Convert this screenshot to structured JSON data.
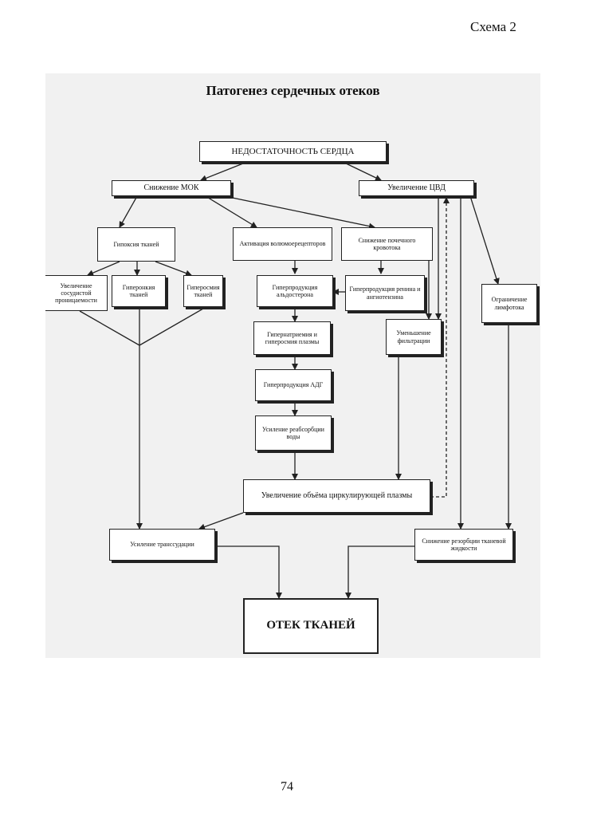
{
  "header": {
    "scheme_label": "Схема 2"
  },
  "footer": {
    "page_number": "74"
  },
  "diagram": {
    "title": "Патогенез сердечных отеков",
    "nodes": {
      "heart_failure": "НЕДОСТАТОЧНОСТЬ СЕРДЦА",
      "mok_decrease": "Снижение МОК",
      "cvp_increase": "Увеличение ЦВД",
      "tissue_hypoxia": "Гипоксия тканей",
      "volume_receptors": "Активация волюмоерецепторов",
      "renal_flow_decrease": "Снижение почечного кровотока",
      "vascular_permeability": "Увеличение сосудистой проницаемости",
      "tissue_hyperoncia": "Гиперонкия тканей",
      "tissue_hyperosmia": "Гиперосмия тканей",
      "aldosterone": "Гиперпродукция альдостерона",
      "renin": "Гиперпродукция ренина и ангиотензина",
      "hypernatremia": "Гипернатриемия и гиперосмия плазмы",
      "adh": "Гиперпродукция АДГ",
      "water_reabsorption": "Усиление реабсорбции воды",
      "filtration_decrease": "Уменьшение фильтрации",
      "lymph_limit": "Ограничение лимфотока",
      "plasma_volume": "Увеличение объёма циркулирующей плазмы",
      "transudation": "Усиление транссудации",
      "resorption_decrease": "Снижение резорбции тканевой жидкости",
      "tissue_edema": "ОТЕК ТКАНЕЙ"
    }
  }
}
